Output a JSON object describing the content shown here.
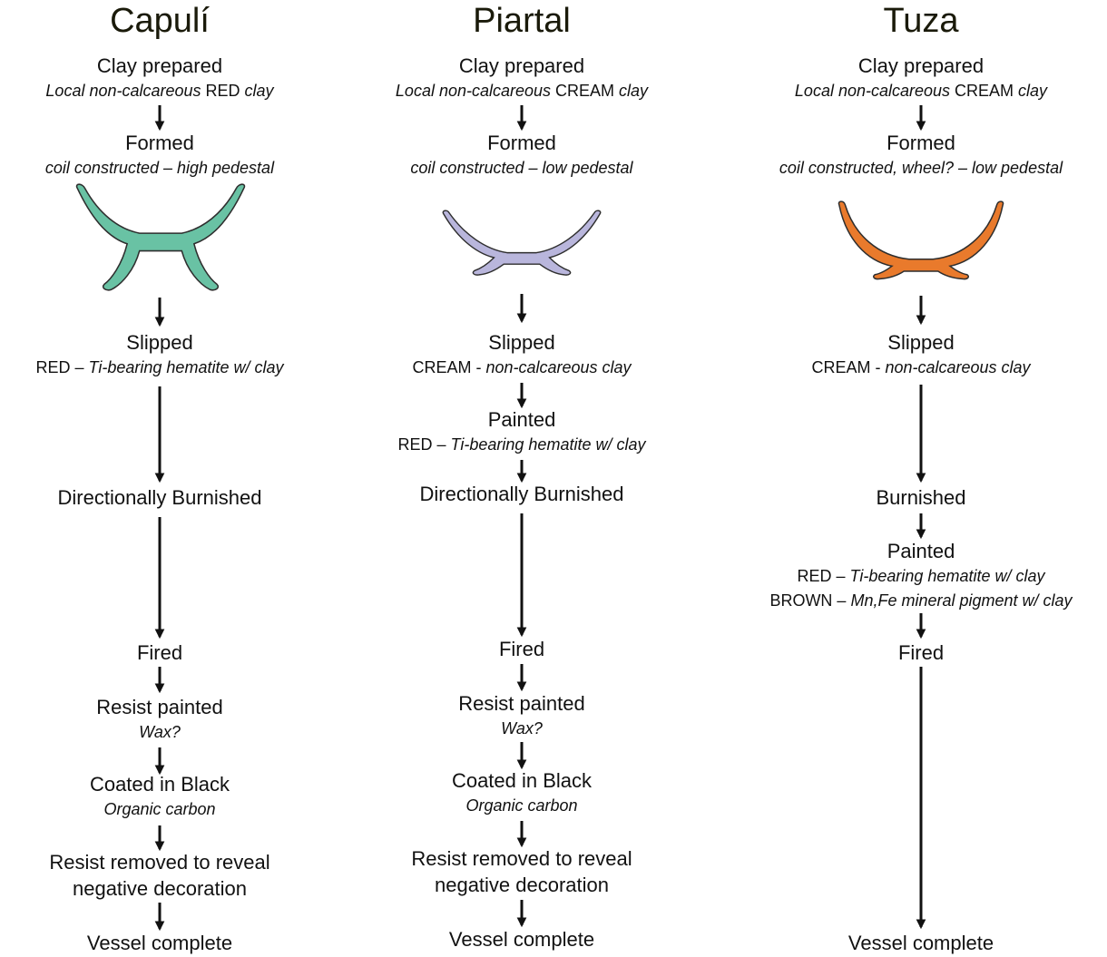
{
  "columns": [
    {
      "title": "Capulí",
      "vessel_color": "#69c2a4",
      "steps": [
        {
          "label": "Clay prepared",
          "details": [
            {
              "pre": "",
              "it1": "Local non-calcareous",
              "mid": " RED ",
              "it2": "clay"
            }
          ]
        },
        {
          "label": "Formed",
          "details": [
            {
              "pre": "",
              "it1": "coil constructed – high pedestal",
              "mid": "",
              "it2": ""
            }
          ]
        },
        {
          "label": "Slipped",
          "details": [
            {
              "pre": "RED – ",
              "it1": "Ti-bearing hematite w/ clay",
              "mid": "",
              "it2": ""
            }
          ]
        },
        {
          "label": "Directionally Burnished",
          "details": []
        },
        {
          "label": "Fired",
          "details": []
        },
        {
          "label": "Resist painted",
          "details": [
            {
              "pre": "",
              "it1": "Wax?",
              "mid": "",
              "it2": ""
            }
          ]
        },
        {
          "label": "Coated in Black",
          "details": [
            {
              "pre": "",
              "it1": "Organic carbon",
              "mid": "",
              "it2": ""
            }
          ]
        },
        {
          "label": "Resist removed to reveal",
          "label2": "negative decoration",
          "details": []
        },
        {
          "label": "Vessel complete",
          "details": []
        }
      ]
    },
    {
      "title": "Piartal",
      "vessel_color": "#b9b6dc",
      "steps": [
        {
          "label": "Clay prepared",
          "details": [
            {
              "pre": "",
              "it1": "Local non-calcareous",
              "mid": " CREAM ",
              "it2": "clay"
            }
          ]
        },
        {
          "label": "Formed",
          "details": [
            {
              "pre": "",
              "it1": "coil constructed – low pedestal",
              "mid": "",
              "it2": ""
            }
          ]
        },
        {
          "label": "Slipped",
          "details": [
            {
              "pre": "CREAM - ",
              "it1": "non-calcareous clay",
              "mid": "",
              "it2": ""
            }
          ]
        },
        {
          "label": "Painted",
          "details": [
            {
              "pre": "RED – ",
              "it1": "Ti-bearing hematite w/ clay",
              "mid": "",
              "it2": ""
            }
          ]
        },
        {
          "label": "Directionally Burnished",
          "details": []
        },
        {
          "label": "Fired",
          "details": []
        },
        {
          "label": "Resist painted",
          "details": [
            {
              "pre": "",
              "it1": "Wax?",
              "mid": "",
              "it2": ""
            }
          ]
        },
        {
          "label": "Coated in Black",
          "details": [
            {
              "pre": "",
              "it1": "Organic carbon",
              "mid": "",
              "it2": ""
            }
          ]
        },
        {
          "label": "Resist removed to reveal",
          "label2": "negative decoration",
          "details": []
        },
        {
          "label": "Vessel complete",
          "details": []
        }
      ]
    },
    {
      "title": "Tuza",
      "vessel_color": "#e97a2c",
      "steps": [
        {
          "label": "Clay prepared",
          "details": [
            {
              "pre": "",
              "it1": "Local non-calcareous",
              "mid": " CREAM ",
              "it2": "clay"
            }
          ]
        },
        {
          "label": "Formed",
          "details": [
            {
              "pre": "",
              "it1": "coil constructed, wheel? – low pedestal",
              "mid": "",
              "it2": ""
            }
          ]
        },
        {
          "label": "Slipped",
          "details": [
            {
              "pre": "CREAM - ",
              "it1": "non-calcareous clay",
              "mid": "",
              "it2": ""
            }
          ]
        },
        {
          "label": "Burnished",
          "details": []
        },
        {
          "label": "Painted",
          "details": [
            {
              "pre": "RED – ",
              "it1": "Ti-bearing hematite w/ clay",
              "mid": "",
              "it2": ""
            },
            {
              "pre": "BROWN – ",
              "it1": "Mn,Fe mineral pigment w/ clay",
              "mid": "",
              "it2": ""
            }
          ]
        },
        {
          "label": "Fired",
          "details": []
        },
        {
          "label": "Vessel complete",
          "details": []
        }
      ]
    }
  ]
}
